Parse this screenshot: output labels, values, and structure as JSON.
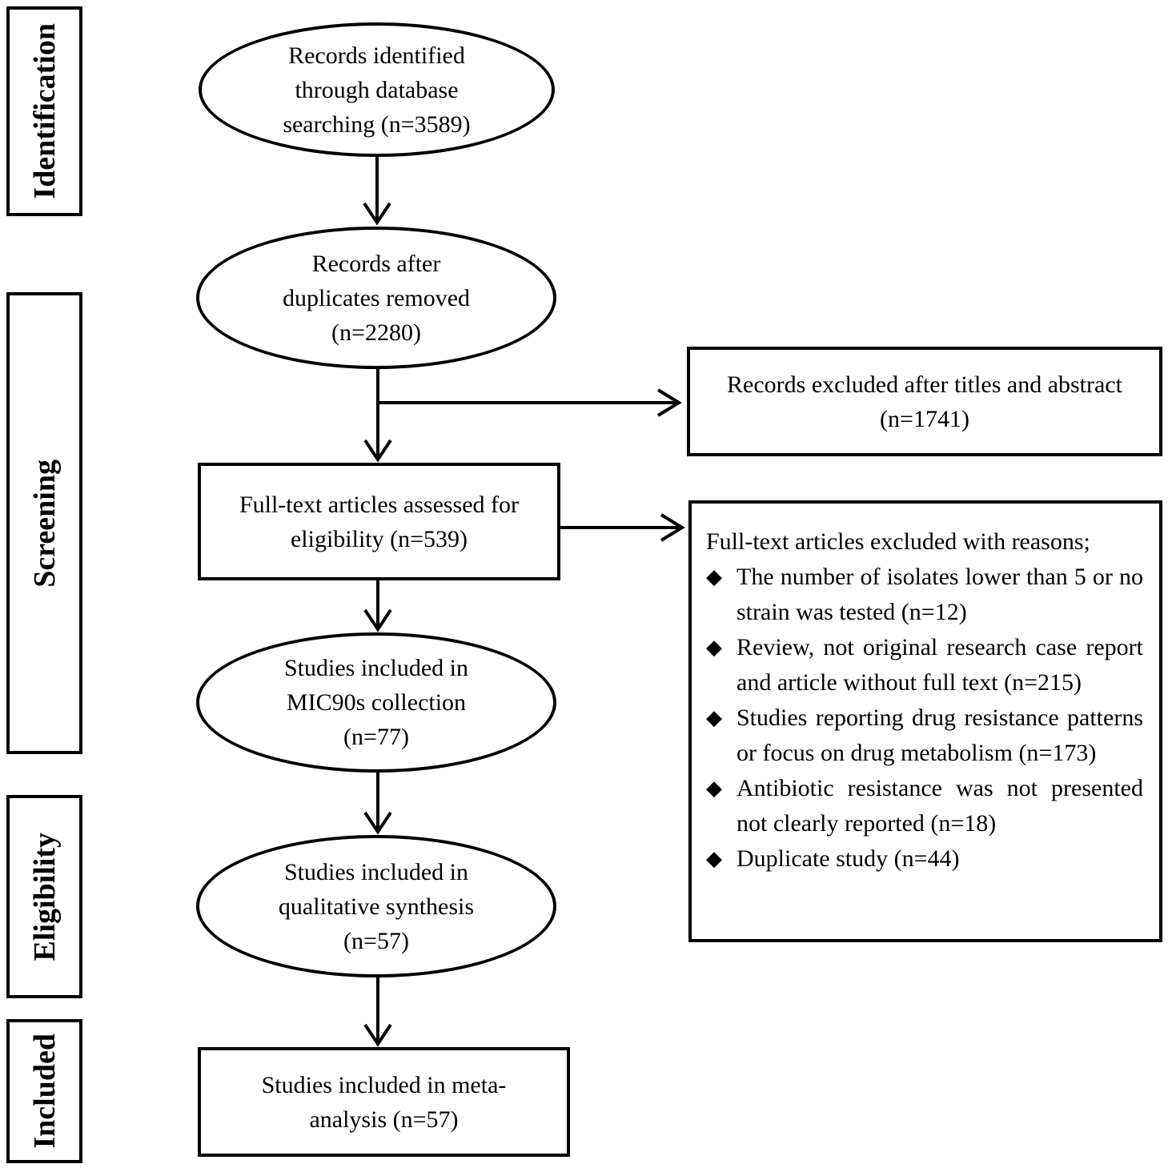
{
  "diagram": {
    "stage_labels": [
      {
        "label": "Identification"
      },
      {
        "label": "Screening"
      },
      {
        "label": "Eligibility"
      },
      {
        "label": "Included"
      }
    ],
    "flow_nodes": {
      "records_identified": "Records identified\nthrough database\nsearching (n=3589)",
      "records_after_duplicates": "Records after\nduplicates removed\n(n=2280)",
      "fulltext_assessed": "Full-text articles assessed for\neligibility (n=539)",
      "mic90s_collection": "Studies included in\nMIC90s collection\n(n=77)",
      "qualitative_synthesis": "Studies included in\nqualitative synthesis\n(n=57)",
      "meta_analysis": "Studies included in meta-\nanalysis (n=57)"
    },
    "exclusion_boxes": {
      "titles_abstract": "Records excluded after titles and abstract\n(n=1741)",
      "fulltext_reasons": {
        "header": "Full-text articles excluded with reasons;",
        "bullet_icon": "◆",
        "items": [
          "The number of isolates lower than 5 or no strain was tested (n=12)",
          "Review, not original research case report and article without full text (n=215)",
          "Studies reporting drug resistance patterns or focus on drug metabolism (n=173)",
          "Antibiotic resistance was not presented not clearly reported (n=18)",
          "Duplicate study (n=44)"
        ]
      }
    },
    "colors": {
      "line": "#000000",
      "background": "#ffffff"
    }
  }
}
